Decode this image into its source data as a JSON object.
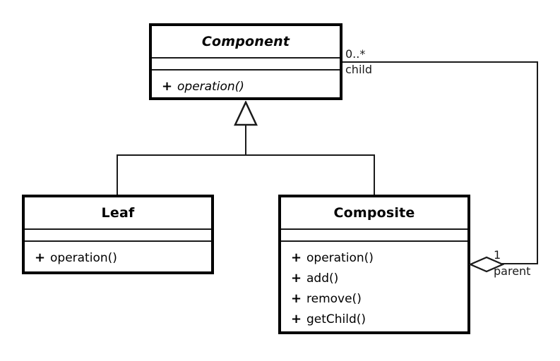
{
  "diagram": {
    "kind": "uml-class-diagram",
    "pattern": "Composite",
    "colors": {
      "background": "#ffffff",
      "stroke": "#000000",
      "line": "#1a1a1a",
      "fill": "#ffffff"
    },
    "classes": [
      {
        "id": "component",
        "name": "Component",
        "abstract": true,
        "attributes": [],
        "operations": [
          {
            "visibility": "+",
            "signature": "operation()",
            "abstract": true
          }
        ]
      },
      {
        "id": "leaf",
        "name": "Leaf",
        "abstract": false,
        "attributes": [],
        "operations": [
          {
            "visibility": "+",
            "signature": "operation()",
            "abstract": false
          }
        ]
      },
      {
        "id": "composite",
        "name": "Composite",
        "abstract": false,
        "attributes": [],
        "operations": [
          {
            "visibility": "+",
            "signature": "operation()",
            "abstract": false
          },
          {
            "visibility": "+",
            "signature": "add()",
            "abstract": false
          },
          {
            "visibility": "+",
            "signature": "remove()",
            "abstract": false
          },
          {
            "visibility": "+",
            "signature": "getChild()",
            "abstract": false
          }
        ]
      }
    ],
    "relationships": [
      {
        "id": "leaf-generalization",
        "type": "generalization",
        "from": "Leaf",
        "to": "Component",
        "arrow": "hollow-triangle"
      },
      {
        "id": "composite-generalization",
        "type": "generalization",
        "from": "Composite",
        "to": "Component",
        "arrow": "hollow-triangle"
      },
      {
        "id": "composite-aggregation",
        "type": "aggregation",
        "from": "Composite",
        "to": "Component",
        "arrow": "hollow-diamond",
        "child_end": {
          "multiplicity": "0..*",
          "role": "child"
        },
        "parent_end": {
          "multiplicity": "1",
          "role": "parent"
        }
      }
    ]
  }
}
